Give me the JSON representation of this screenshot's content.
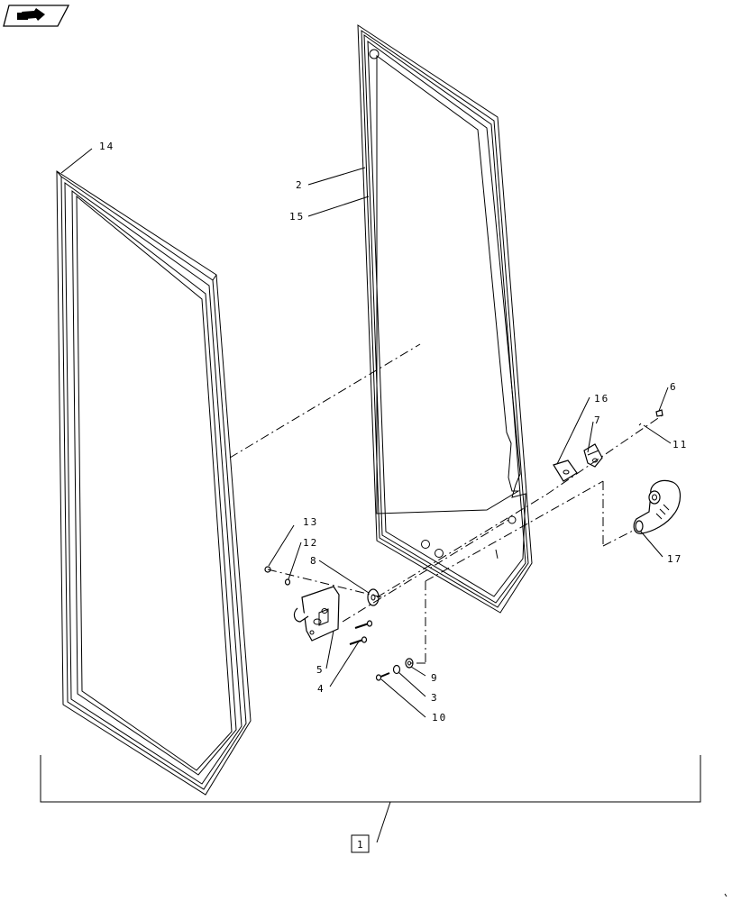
{
  "callouts": {
    "c1": "1",
    "c2": "2",
    "c3": "3",
    "c4": "4",
    "c5": "5",
    "c6": "6",
    "c7": "7",
    "c8": "8",
    "c9": "9",
    "c10": "10",
    "c11": "11",
    "c12": "12",
    "c13": "13",
    "c14": "14",
    "c15": "15",
    "c16": "16",
    "c17": "17"
  },
  "icons": {
    "corner": "exploded-view-arrow-icon"
  }
}
